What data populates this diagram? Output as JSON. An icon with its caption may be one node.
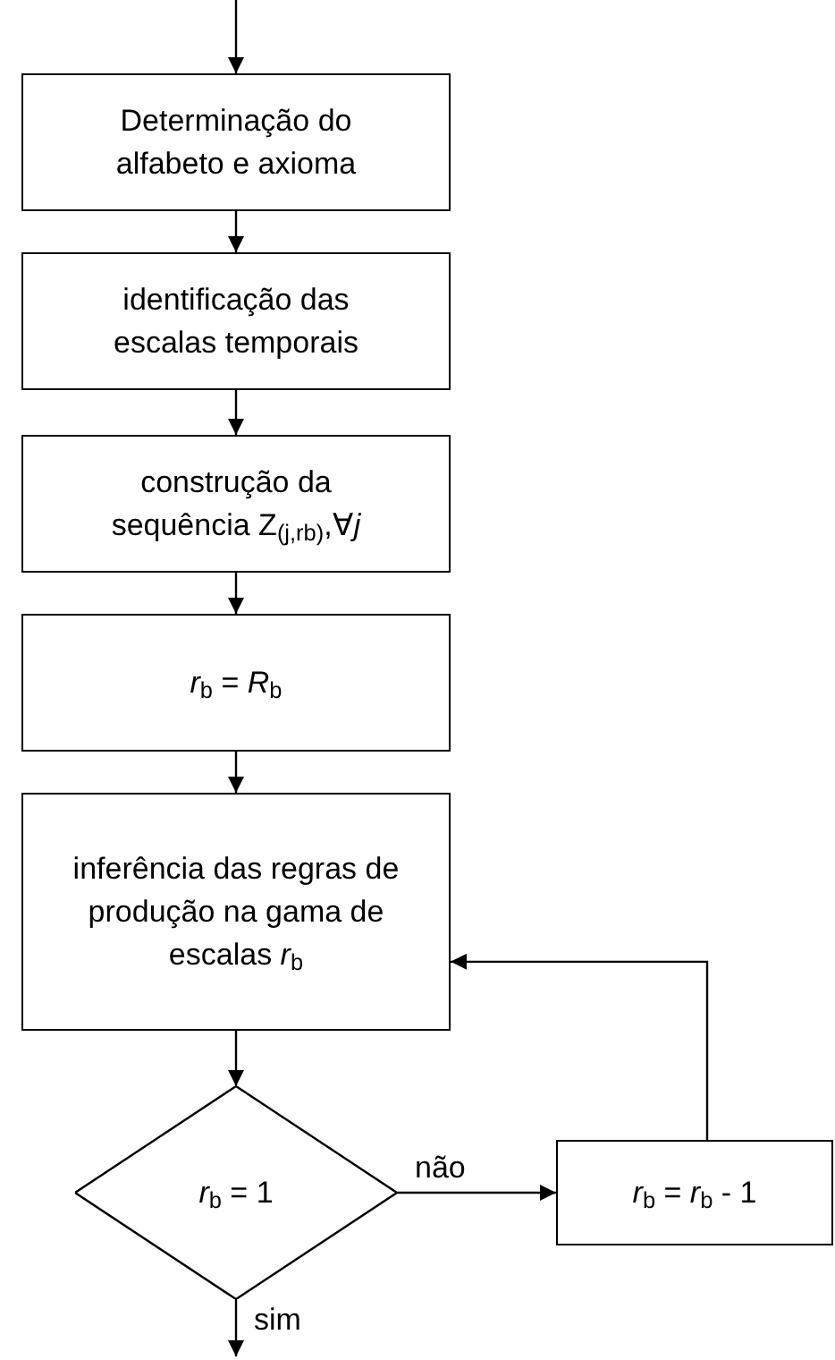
{
  "diagram": {
    "nodes": [
      {
        "text": [
          "Determinação do alfabeto e axioma"
        ]
      },
      {
        "text": [
          "identificação das escalas temporais"
        ]
      },
      {
        "text": [
          "construção da sequência Z$_{(j,rb)}$,∀*j*"
        ]
      },
      {
        "text": [
          "*r*$_{b}$ = *R*$_{b}$"
        ]
      },
      {
        "text": [
          "inferência das regras de produção na gama de escalas *r*$_{b}$"
        ]
      },
      {
        "text": [
          "*r*$_{b}$ = 1"
        ]
      },
      {
        "text": [
          "*r*$_{b}$ = *r*$_{b}$ - 1"
        ]
      }
    ],
    "edges": [
      {
        "from": null,
        "to": 0,
        "arrow": "to"
      },
      {
        "from": 0,
        "to": 1,
        "arrow": "to"
      },
      {
        "from": 1,
        "to": 2,
        "arrow": "to"
      },
      {
        "from": 2,
        "to": 3,
        "arrow": "to"
      },
      {
        "from": 3,
        "to": 4,
        "arrow": "to"
      },
      {
        "from": 4,
        "to": 5,
        "arrow": "to"
      },
      {
        "from": 5,
        "to": 6,
        "arrow": "to",
        "label": "não"
      },
      {
        "from": 6,
        "to": 4,
        "arrow": "to"
      },
      {
        "from": 5,
        "to": null,
        "arrow": "to",
        "label": "sim"
      }
    ]
  }
}
